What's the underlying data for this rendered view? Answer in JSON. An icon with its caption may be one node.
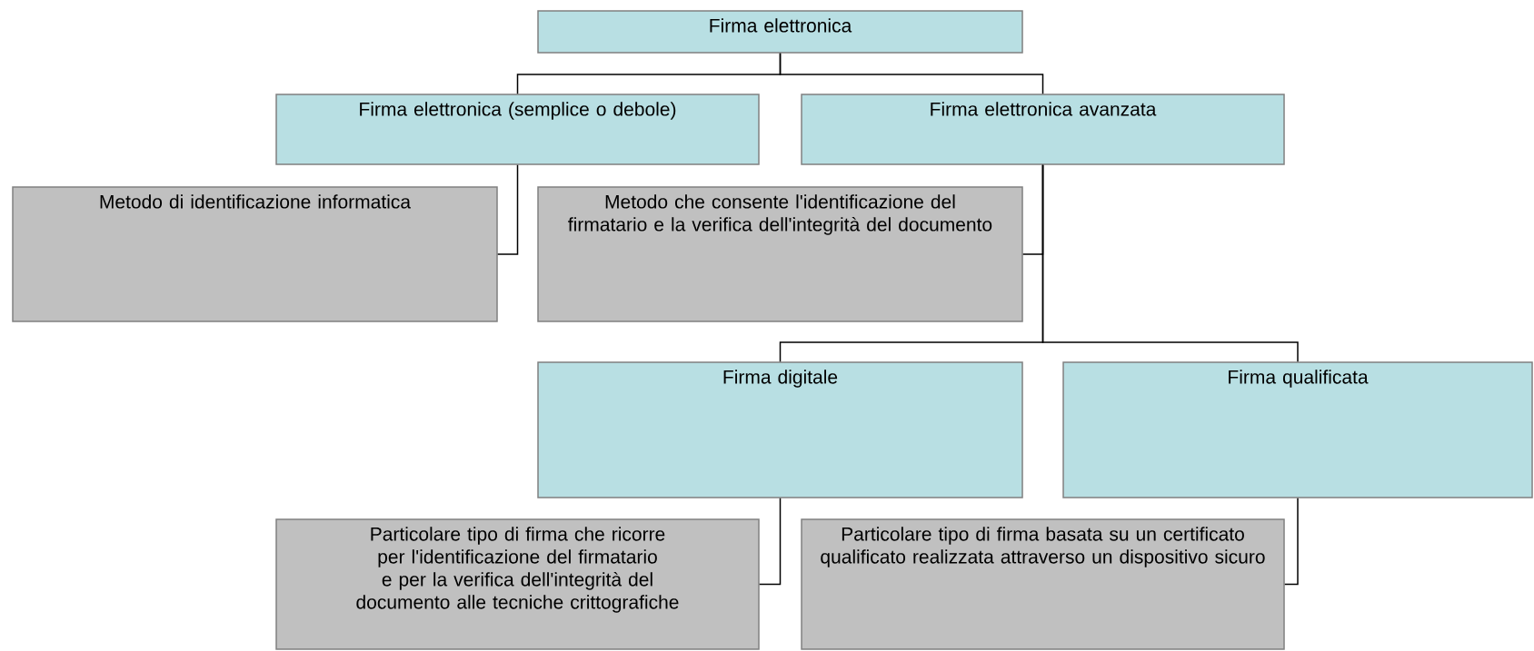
{
  "diagram": {
    "nodes": [
      {
        "text": [
          "Firma elettronica"
        ]
      },
      {
        "text": [
          "Firma elettronica (semplice o debole)"
        ]
      },
      {
        "text": [
          "Firma elettronica avanzata"
        ]
      },
      {
        "text": [
          "Metodo di identificazione informatica"
        ]
      },
      {
        "text": [
          "Metodo che consente l'identificazione del firmatario e la verifica dell'integrità del documento"
        ]
      },
      {
        "text": [
          "Firma digitale"
        ]
      },
      {
        "text": [
          "Firma qualificata"
        ]
      },
      {
        "text": [
          "Particolare tipo di firma che ricorre per l'identificazione del firmatario e per la verifica dell'integrità del documento alle tecniche crittografiche"
        ]
      },
      {
        "text": [
          "Particolare tipo di firma basata su un certificato qualificato realizzata attraverso un dispositivo sicuro"
        ]
      }
    ],
    "edges": [
      {
        "from": 0,
        "to": 1,
        "arrow": "none"
      },
      {
        "from": 0,
        "to": 2,
        "arrow": "none"
      },
      {
        "from": 1,
        "to": 3,
        "arrow": "none"
      },
      {
        "from": 2,
        "to": 4,
        "arrow": "none"
      },
      {
        "from": 2,
        "to": 5,
        "arrow": "none"
      },
      {
        "from": 2,
        "to": 6,
        "arrow": "none"
      },
      {
        "from": 5,
        "to": 7,
        "arrow": "none"
      },
      {
        "from": 6,
        "to": 8,
        "arrow": "none"
      }
    ]
  }
}
